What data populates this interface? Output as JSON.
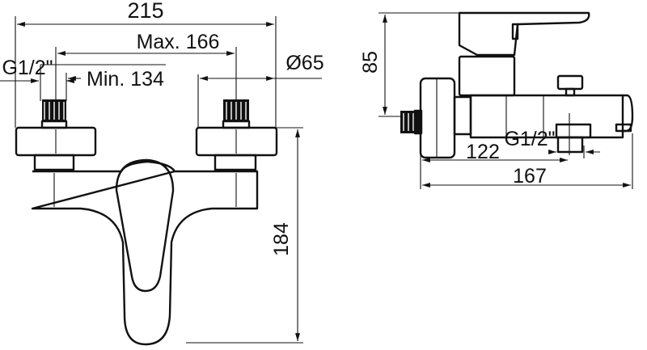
{
  "front_view": {
    "width_total": "215",
    "max_spacing": "Max. 166",
    "min_spacing": "Min. 134",
    "thread": "G1/2\"",
    "flange_diameter": "Ø65",
    "height": "184"
  },
  "side_view": {
    "height": "85",
    "outlet_reach": "122",
    "thread": "G1/2\"",
    "total_depth": "167"
  },
  "colors": {
    "line": "#111111",
    "background": "#ffffff"
  }
}
